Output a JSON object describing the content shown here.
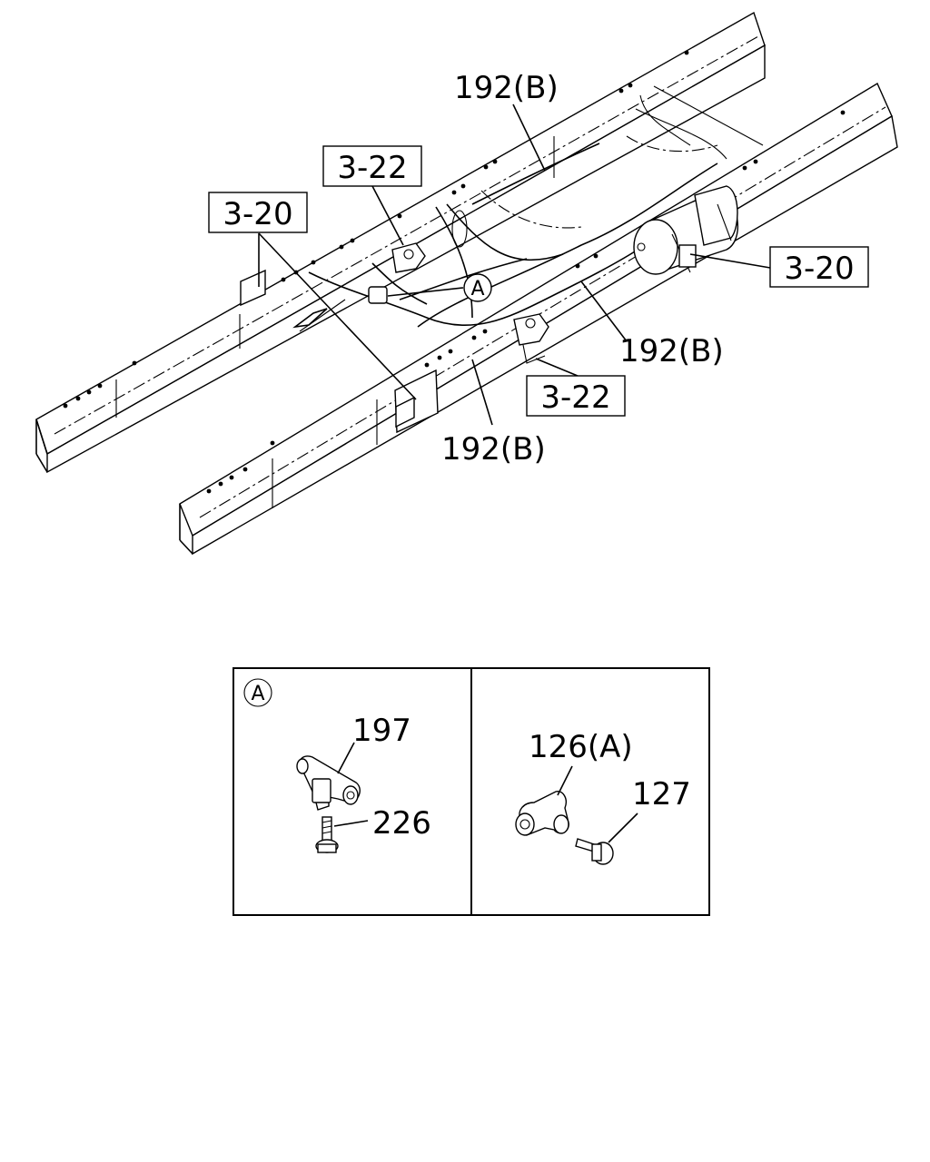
{
  "labels": {
    "hose_top": "192(B)",
    "hose_right": "192(B)",
    "hose_bottom": "192(B)",
    "detail_marker": "A",
    "detail_marker_box": "A",
    "part_197": "197",
    "part_226": "226",
    "part_126a": "126(A)",
    "part_127": "127"
  },
  "references": {
    "ref_3_22_top": "3-22",
    "ref_3_20_left": "3-20",
    "ref_3_20_right": "3-20",
    "ref_3_22_bottom": "3-22"
  }
}
